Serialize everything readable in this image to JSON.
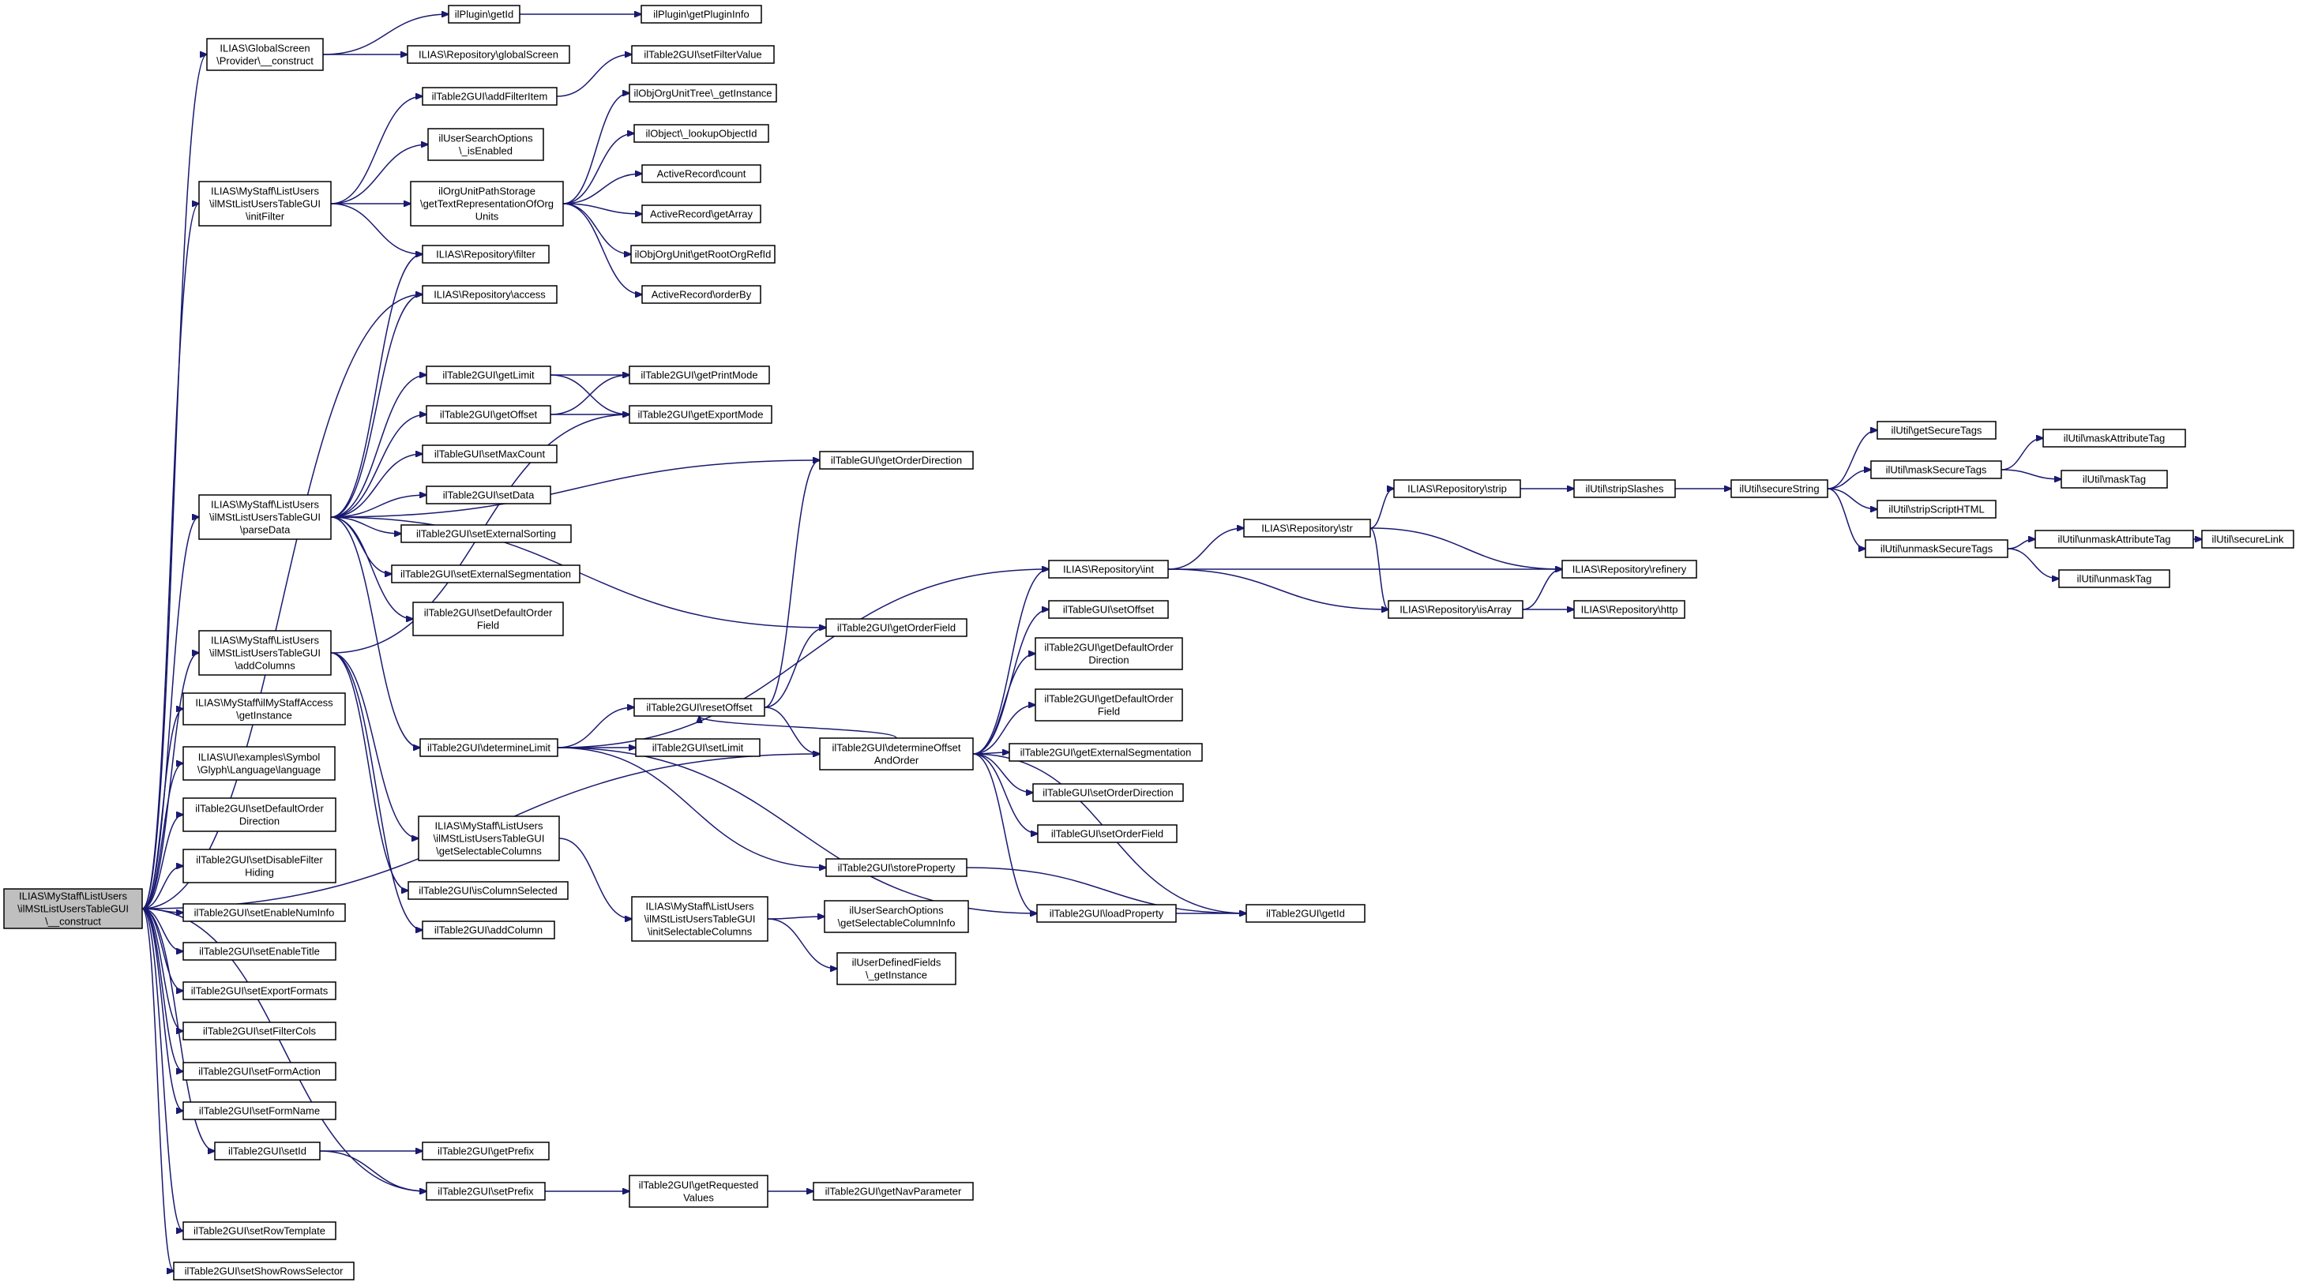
{
  "diagram": {
    "root": "ILIAS\\MyStaff\\ListUsers\\ilMStListUsersTableGUI\\__construct",
    "nodes": {
      "root": [
        "ILIAS\\MyStaff\\ListUsers",
        "\\ilMStListUsersTableGUI",
        "\\__construct"
      ],
      "gs_construct": [
        "ILIAS\\GlobalScreen",
        "\\Provider\\__construct"
      ],
      "init_filter": [
        "ILIAS\\MyStaff\\ListUsers",
        "\\ilMStListUsersTableGUI",
        "\\initFilter"
      ],
      "parse_data": [
        "ILIAS\\MyStaff\\ListUsers",
        "\\ilMStListUsersTableGUI",
        "\\parseData"
      ],
      "add_columns": [
        "ILIAS\\MyStaff\\ListUsers",
        "\\ilMStListUsersTableGUI",
        "\\addColumns"
      ],
      "mystaff_get_instance": [
        "ILIAS\\MyStaff\\ilMyStaffAccess",
        "\\getInstance"
      ],
      "glyph_language": [
        "ILIAS\\UI\\examples\\Symbol",
        "\\Glyph\\Language\\language"
      ],
      "set_default_order_direction": [
        "ilTable2GUI\\setDefaultOrder",
        "Direction"
      ],
      "set_disable_filter_hiding": [
        "ilTable2GUI\\setDisableFilter",
        "Hiding"
      ],
      "set_enable_num_info": [
        "ilTable2GUI\\setEnableNumInfo"
      ],
      "set_enable_title": [
        "ilTable2GUI\\setEnableTitle"
      ],
      "set_export_formats": [
        "ilTable2GUI\\setExportFormats"
      ],
      "set_filter_cols": [
        "ilTable2GUI\\setFilterCols"
      ],
      "set_form_action": [
        "ilTable2GUI\\setFormAction"
      ],
      "set_form_name": [
        "ilTable2GUI\\setFormName"
      ],
      "set_id": [
        "ilTable2GUI\\setId"
      ],
      "set_row_template": [
        "ilTable2GUI\\setRowTemplate"
      ],
      "set_show_rows_selector": [
        "ilTable2GUI\\setShowRowsSelector"
      ],
      "plugin_get_id": [
        "ilPlugin\\getId"
      ],
      "plugin_get_plugin_info": [
        "ilPlugin\\getPluginInfo"
      ],
      "repo_global_screen": [
        "ILIAS\\Repository\\globalScreen"
      ],
      "add_filter_item": [
        "ilTable2GUI\\addFilterItem"
      ],
      "set_filter_value": [
        "ilTable2GUI\\setFilterValue"
      ],
      "user_search_is_enabled": [
        "ilUserSearchOptions",
        "\\_isEnabled"
      ],
      "org_unit_path": [
        "ilOrgUnitPathStorage",
        "\\getTextRepresentationOfOrg",
        "Units"
      ],
      "org_unit_tree_instance": [
        "ilObjOrgUnitTree\\_getInstance"
      ],
      "lookup_object_id": [
        "ilObject\\_lookupObjectId"
      ],
      "ar_count": [
        "ActiveRecord\\count"
      ],
      "ar_get_array": [
        "ActiveRecord\\getArray"
      ],
      "get_root_org_ref_id": [
        "ilObjOrgUnit\\getRootOrgRefId"
      ],
      "ar_order_by": [
        "ActiveRecord\\orderBy"
      ],
      "repo_filter": [
        "ILIAS\\Repository\\filter"
      ],
      "repo_access": [
        "ILIAS\\Repository\\access"
      ],
      "get_limit": [
        "ilTable2GUI\\getLimit"
      ],
      "get_offset": [
        "ilTable2GUI\\getOffset"
      ],
      "get_print_mode": [
        "ilTable2GUI\\getPrintMode"
      ],
      "get_export_mode": [
        "ilTable2GUI\\getExportMode"
      ],
      "get_order_direction": [
        "ilTableGUI\\getOrderDirection"
      ],
      "set_max_count": [
        "ilTableGUI\\setMaxCount"
      ],
      "set_data": [
        "ilTable2GUI\\setData"
      ],
      "set_external_sorting": [
        "ilTable2GUI\\setExternalSorting"
      ],
      "set_external_segmentation": [
        "ilTable2GUI\\setExternalSegmentation"
      ],
      "set_default_order_field": [
        "ilTable2GUI\\setDefaultOrder",
        "Field"
      ],
      "get_order_field": [
        "ilTable2GUI\\getOrderField"
      ],
      "determine_limit": [
        "ilTable2GUI\\determineLimit"
      ],
      "reset_offset": [
        "ilTable2GUI\\resetOffset"
      ],
      "set_limit": [
        "ilTable2GUI\\setLimit"
      ],
      "determine_offset_and_order": [
        "ilTable2GUI\\determineOffset",
        "AndOrder"
      ],
      "repo_int": [
        "ILIAS\\Repository\\int"
      ],
      "table_set_offset": [
        "ilTableGUI\\setOffset"
      ],
      "get_default_order_direction": [
        "ilTable2GUI\\getDefaultOrder",
        "Direction"
      ],
      "get_default_order_field": [
        "ilTable2GUI\\getDefaultOrder",
        "Field"
      ],
      "get_external_segmentation": [
        "ilTable2GUI\\getExternalSegmentation"
      ],
      "set_order_direction": [
        "ilTableGUI\\setOrderDirection"
      ],
      "set_order_field": [
        "ilTableGUI\\setOrderField"
      ],
      "store_property": [
        "ilTable2GUI\\storeProperty"
      ],
      "load_property": [
        "ilTable2GUI\\loadProperty"
      ],
      "get_id": [
        "ilTable2GUI\\getId"
      ],
      "get_selectable_columns": [
        "ILIAS\\MyStaff\\ListUsers",
        "\\ilMStListUsersTableGUI",
        "\\getSelectableColumns"
      ],
      "is_column_selected": [
        "ilTable2GUI\\isColumnSelected"
      ],
      "add_column": [
        "ilTable2GUI\\addColumn"
      ],
      "init_selectable_columns": [
        "ILIAS\\MyStaff\\ListUsers",
        "\\ilMStListUsersTableGUI",
        "\\initSelectableColumns"
      ],
      "user_search_selectable": [
        "ilUserSearchOptions",
        "\\getSelectableColumnInfo"
      ],
      "user_defined_fields": [
        "ilUserDefinedFields",
        "\\_getInstance"
      ],
      "repo_str": [
        "ILIAS\\Repository\\str"
      ],
      "repo_strip": [
        "ILIAS\\Repository\\strip"
      ],
      "strip_slashes": [
        "ilUtil\\stripSlashes"
      ],
      "secure_string": [
        "ilUtil\\secureString"
      ],
      "repo_refinery": [
        "ILIAS\\Repository\\refinery"
      ],
      "repo_is_array": [
        "ILIAS\\Repository\\isArray"
      ],
      "repo_http": [
        "ILIAS\\Repository\\http"
      ],
      "get_secure_tags": [
        "ilUtil\\getSecureTags"
      ],
      "mask_secure_tags": [
        "ilUtil\\maskSecureTags"
      ],
      "strip_script_html": [
        "ilUtil\\stripScriptHTML"
      ],
      "unmask_secure_tags": [
        "ilUtil\\unmaskSecureTags"
      ],
      "mask_attribute_tag": [
        "ilUtil\\maskAttributeTag"
      ],
      "mask_tag": [
        "ilUtil\\maskTag"
      ],
      "unmask_attribute_tag": [
        "ilUtil\\unmaskAttributeTag"
      ],
      "unmask_tag": [
        "ilUtil\\unmaskTag"
      ],
      "secure_link": [
        "ilUtil\\secureLink"
      ],
      "get_prefix": [
        "ilTable2GUI\\getPrefix"
      ],
      "set_prefix": [
        "ilTable2GUI\\setPrefix"
      ],
      "get_requested_values": [
        "ilTable2GUI\\getRequested",
        "Values"
      ],
      "get_nav_parameter": [
        "ilTable2GUI\\getNavParameter"
      ]
    },
    "edges": [
      [
        "root",
        "gs_construct"
      ],
      [
        "root",
        "init_filter"
      ],
      [
        "root",
        "repo_access"
      ],
      [
        "root",
        "parse_data"
      ],
      [
        "root",
        "add_columns"
      ],
      [
        "root",
        "mystaff_get_instance"
      ],
      [
        "root",
        "glyph_language"
      ],
      [
        "root",
        "set_default_order_direction"
      ],
      [
        "root",
        "set_disable_filter_hiding"
      ],
      [
        "root",
        "set_enable_num_info"
      ],
      [
        "root",
        "set_enable_title"
      ],
      [
        "root",
        "set_export_formats"
      ],
      [
        "root",
        "set_filter_cols"
      ],
      [
        "root",
        "set_form_action"
      ],
      [
        "root",
        "set_form_name"
      ],
      [
        "root",
        "set_id"
      ],
      [
        "root",
        "set_prefix"
      ],
      [
        "root",
        "set_row_template"
      ],
      [
        "root",
        "set_show_rows_selector"
      ],
      [
        "root",
        "determine_offset_and_order"
      ],
      [
        "gs_construct",
        "plugin_get_id"
      ],
      [
        "gs_construct",
        "repo_global_screen"
      ],
      [
        "plugin_get_id",
        "plugin_get_plugin_info"
      ],
      [
        "init_filter",
        "add_filter_item"
      ],
      [
        "init_filter",
        "user_search_is_enabled"
      ],
      [
        "init_filter",
        "org_unit_path"
      ],
      [
        "init_filter",
        "repo_filter"
      ],
      [
        "add_filter_item",
        "set_filter_value"
      ],
      [
        "org_unit_path",
        "org_unit_tree_instance"
      ],
      [
        "org_unit_path",
        "lookup_object_id"
      ],
      [
        "org_unit_path",
        "ar_count"
      ],
      [
        "org_unit_path",
        "ar_get_array"
      ],
      [
        "org_unit_path",
        "get_root_org_ref_id"
      ],
      [
        "org_unit_path",
        "ar_order_by"
      ],
      [
        "parse_data",
        "repo_filter"
      ],
      [
        "parse_data",
        "repo_access"
      ],
      [
        "parse_data",
        "get_limit"
      ],
      [
        "parse_data",
        "get_offset"
      ],
      [
        "parse_data",
        "set_max_count"
      ],
      [
        "parse_data",
        "set_data"
      ],
      [
        "parse_data",
        "set_external_sorting"
      ],
      [
        "parse_data",
        "set_external_segmentation"
      ],
      [
        "parse_data",
        "set_default_order_field"
      ],
      [
        "parse_data",
        "get_order_direction"
      ],
      [
        "parse_data",
        "get_order_field"
      ],
      [
        "parse_data",
        "determine_limit"
      ],
      [
        "get_limit",
        "get_print_mode"
      ],
      [
        "get_limit",
        "get_export_mode"
      ],
      [
        "get_offset",
        "get_print_mode"
      ],
      [
        "get_offset",
        "get_export_mode"
      ],
      [
        "add_columns",
        "get_export_mode"
      ],
      [
        "add_columns",
        "get_selectable_columns"
      ],
      [
        "add_columns",
        "is_column_selected"
      ],
      [
        "add_columns",
        "add_column"
      ],
      [
        "determine_limit",
        "reset_offset"
      ],
      [
        "determine_limit",
        "set_limit"
      ],
      [
        "determine_limit",
        "repo_int"
      ],
      [
        "determine_limit",
        "store_property"
      ],
      [
        "determine_limit",
        "load_property"
      ],
      [
        "reset_offset",
        "get_order_direction"
      ],
      [
        "reset_offset",
        "get_order_field"
      ],
      [
        "reset_offset",
        "determine_offset_and_order"
      ],
      [
        "determine_offset_and_order",
        "reset_offset"
      ],
      [
        "determine_offset_and_order",
        "repo_int"
      ],
      [
        "determine_offset_and_order",
        "table_set_offset"
      ],
      [
        "determine_offset_and_order",
        "get_default_order_direction"
      ],
      [
        "determine_offset_and_order",
        "get_default_order_field"
      ],
      [
        "determine_offset_and_order",
        "get_external_segmentation"
      ],
      [
        "determine_offset_and_order",
        "set_order_direction"
      ],
      [
        "determine_offset_and_order",
        "set_order_field"
      ],
      [
        "determine_offset_and_order",
        "load_property"
      ],
      [
        "determine_offset_and_order",
        "get_id"
      ],
      [
        "store_property",
        "get_id"
      ],
      [
        "load_property",
        "get_id"
      ],
      [
        "get_selectable_columns",
        "init_selectable_columns"
      ],
      [
        "init_selectable_columns",
        "user_search_selectable"
      ],
      [
        "init_selectable_columns",
        "user_defined_fields"
      ],
      [
        "repo_int",
        "repo_str"
      ],
      [
        "repo_int",
        "repo_refinery"
      ],
      [
        "repo_int",
        "repo_is_array"
      ],
      [
        "repo_str",
        "repo_strip"
      ],
      [
        "repo_str",
        "repo_refinery"
      ],
      [
        "repo_str",
        "repo_is_array"
      ],
      [
        "repo_strip",
        "strip_slashes"
      ],
      [
        "strip_slashes",
        "secure_string"
      ],
      [
        "repo_is_array",
        "repo_refinery"
      ],
      [
        "repo_is_array",
        "repo_http"
      ],
      [
        "secure_string",
        "get_secure_tags"
      ],
      [
        "secure_string",
        "mask_secure_tags"
      ],
      [
        "secure_string",
        "strip_script_html"
      ],
      [
        "secure_string",
        "unmask_secure_tags"
      ],
      [
        "mask_secure_tags",
        "mask_attribute_tag"
      ],
      [
        "mask_secure_tags",
        "mask_tag"
      ],
      [
        "unmask_secure_tags",
        "unmask_attribute_tag"
      ],
      [
        "unmask_secure_tags",
        "unmask_tag"
      ],
      [
        "unmask_attribute_tag",
        "secure_link"
      ],
      [
        "set_id",
        "get_prefix"
      ],
      [
        "set_id",
        "set_prefix"
      ],
      [
        "set_prefix",
        "get_requested_values"
      ],
      [
        "get_requested_values",
        "get_nav_parameter"
      ]
    ]
  }
}
